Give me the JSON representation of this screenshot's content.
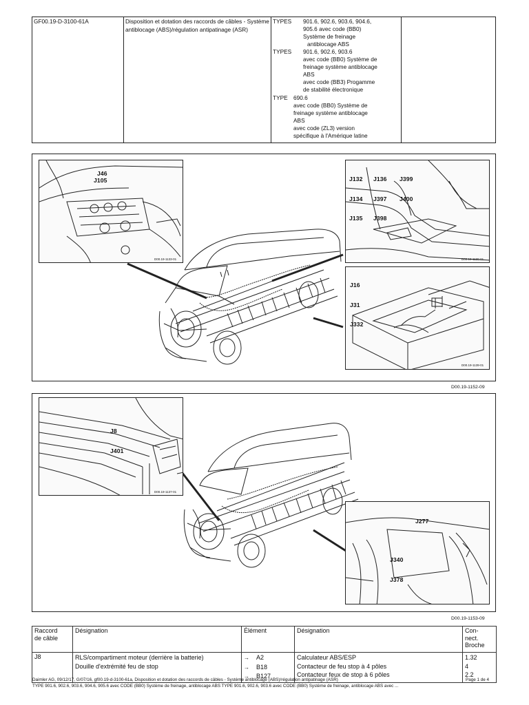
{
  "header": {
    "code": "GF00.19-D-3100-61A",
    "title": "Disposition et dotation des raccords de câbles - Système antiblocage (ABS)/régulation antipatinage (ASR)",
    "types": [
      {
        "type": "TYPES",
        "line1": "901.6, 902.6, 903.6, 904.6,",
        "rest": [
          "905.6 avec code (BB0)",
          "Système de freinage",
          "antiblocage  ABS"
        ]
      },
      {
        "type": "TYPES",
        "line1": "901.6, 902.6, 903.6",
        "rest": [
          "avec code (BB0) Système de",
          "freinage système antiblocage",
          "ABS",
          "avec code (BB3) Progamme",
          "de stabilité électronique"
        ]
      },
      {
        "type": "TYPE",
        "line1": "690.6",
        "rest": [
          "avec code (BB0) Système de",
          "freinage système antiblocage",
          "ABS",
          "avec code (ZL3) version",
          "spécifique à l'Amérique latine"
        ]
      }
    ]
  },
  "figure1": {
    "ref": "D00.19-1152-09",
    "inset_left": {
      "labels": [
        "J46",
        "J105"
      ],
      "ref": "D00.19-1133-01"
    },
    "inset_top_right": {
      "labels": [
        "J132",
        "J136",
        "J399",
        "J134",
        "J397",
        "J400",
        "J135",
        "J398"
      ],
      "ref": "D00.19-1130-01"
    },
    "inset_bottom_right": {
      "labels": [
        "J16",
        "J31",
        "J332"
      ],
      "ref": "D00.19-1139-01"
    }
  },
  "figure2": {
    "ref": "D00.19-1153-09",
    "inset_left": {
      "labels": [
        "J8",
        "J401"
      ],
      "ref": "D00.19-1137-01"
    },
    "inset_right": {
      "labels": [
        "J277",
        "J340",
        "J378"
      ]
    }
  },
  "table": {
    "headers": {
      "col1": [
        "Raccord",
        "de câble"
      ],
      "col2": "Désignation",
      "col3": "Élément",
      "col4": "Désignation",
      "col5": [
        "Con-",
        "nect.",
        "Broche"
      ]
    },
    "rows": [
      {
        "raccord": "J8",
        "designation": [
          "RLS/compartiment moteur (derrière la batterie)",
          "Douille d'extrémité feu de stop",
          ""
        ],
        "arrow": "→",
        "elements": [
          "A2",
          "B18",
          "B127"
        ],
        "designations": [
          "Calculateur ABS/ESP",
          "Contacteur de feu stop à 4 pôles",
          "Contacteur feux de stop à 6 pôles"
        ],
        "broches": [
          "1.32",
          "4",
          "2.2"
        ]
      }
    ]
  },
  "footer": {
    "line1": "Daimler AG, 09/12/17, G/07/16, gf00.19-d-3100-61a, Disposition et dotation des raccords de câbles - Système antiblocage (ABS)/régulation antipatinage (ASR)",
    "page": "Page 1 de 4",
    "line2": "TYPE 901.6, 902.6, 903.6, 904.6, 905.6 avec CODE (BB0) Système de freinage, antiblocage ABS TYPE 901.6, 902.6, 903.6 avec CODE (BB0) Système de freinage, antiblocage ABS avec ..."
  }
}
